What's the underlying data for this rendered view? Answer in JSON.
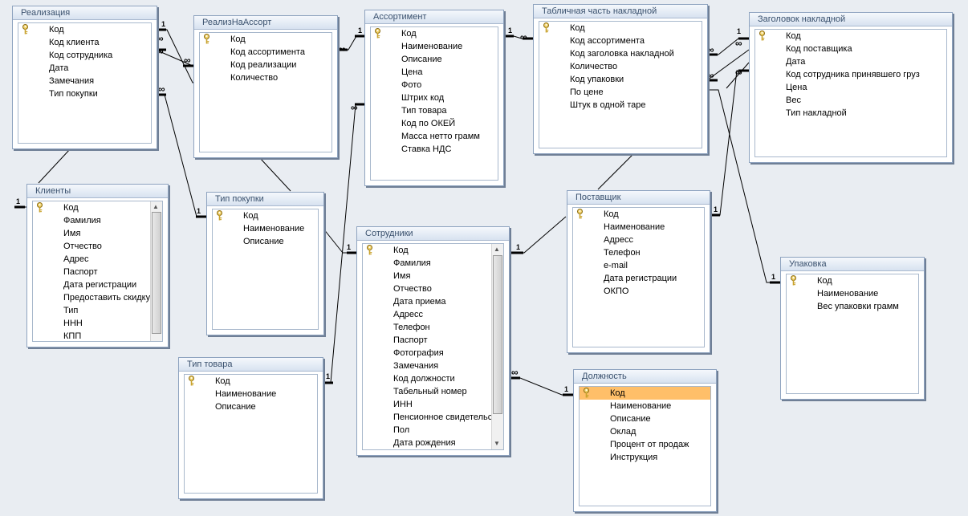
{
  "tables": {
    "realizatsiya": {
      "title": "Реализация",
      "fields": [
        "Код",
        "Код клиента",
        "Код сотрудника",
        "Дата",
        "Замечания",
        "Тип покупки"
      ]
    },
    "realiz_na_assort": {
      "title": "РеализНаАссорт",
      "fields": [
        "Код",
        "Код ассортимента",
        "Код реализации",
        "Количество"
      ]
    },
    "assortiment": {
      "title": "Ассортимент",
      "fields": [
        "Код",
        "Наименование",
        "Описание",
        "Цена",
        "Фото",
        "Штрих код",
        "Тип товара",
        "Код по ОКЕЙ",
        "Масса нетто грамм",
        "Ставка НДС"
      ]
    },
    "tablichnaya_chast": {
      "title": "Табличная часть накладной",
      "fields": [
        "Код",
        "Код ассортимента",
        "Код заголовка накладной",
        "Количество",
        "Код упаковки",
        "По цене",
        "Штук в одной таре"
      ]
    },
    "zagolovok": {
      "title": "Заголовок накладной",
      "fields": [
        "Код",
        "Код поставщика",
        "Дата",
        "Код сотрудника принявшего груз",
        "Цена",
        "Вес",
        "Тип накладной"
      ]
    },
    "klienty": {
      "title": "Клиенты",
      "fields": [
        "Код",
        "Фамилия",
        "Имя",
        "Отчество",
        "Адрес",
        "Паспорт",
        "Дата регистрации",
        "Предоставить скидку",
        "Тип",
        "ННН",
        "КПП"
      ]
    },
    "tip_pokupki": {
      "title": "Тип покупки",
      "fields": [
        "Код",
        "Наименование",
        "Описание"
      ]
    },
    "sotrudniki": {
      "title": "Сотрудники",
      "fields": [
        "Код",
        "Фамилия",
        "Имя",
        "Отчество",
        "Дата приема",
        "Адресс",
        "Телефон",
        "Паспорт",
        "Фотография",
        "Замечания",
        "Код должности",
        "Табельный номер",
        "ИНН",
        "Пенсионное свидетельс",
        "Пол",
        "Дата рождения"
      ]
    },
    "postavshchik": {
      "title": "Поставщик",
      "fields": [
        "Код",
        "Наименование",
        "Адресс",
        "Телефон",
        "e-mail",
        "Дата регистрации",
        "ОКПО"
      ]
    },
    "upakovka": {
      "title": "Упаковка",
      "fields": [
        "Код",
        "Наименование",
        "Вес упаковки грамм"
      ]
    },
    "tip_tovara": {
      "title": "Тип товара",
      "fields": [
        "Код",
        "Наименование",
        "Описание"
      ]
    },
    "dolzhnost": {
      "title": "Должность",
      "fields": [
        "Код",
        "Наименование",
        "Описание",
        "Оклад",
        "Процент от продаж",
        "Инструкция"
      ]
    }
  },
  "relationship_labels": {
    "one": "1",
    "many": "∞"
  },
  "icons": {
    "primary_key": "key-icon"
  },
  "colors": {
    "background": "#e9edf2",
    "selected_field": "#ffbf69",
    "title_text": "#39506d"
  }
}
